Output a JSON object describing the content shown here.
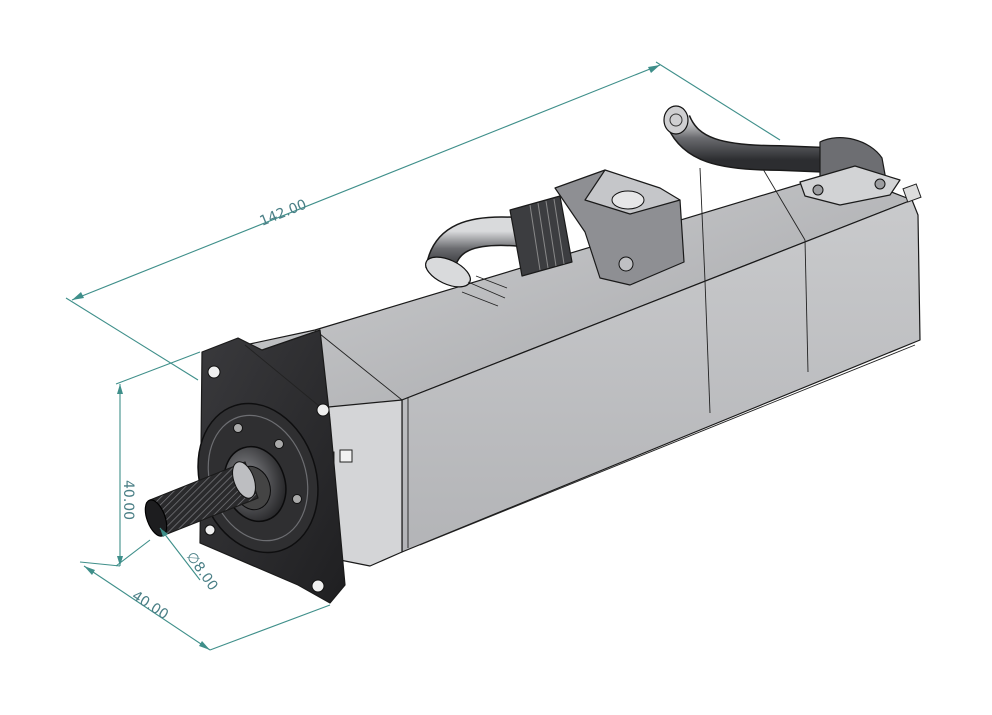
{
  "drawing": {
    "subject": "Servo motor assembly with two angled connector cables",
    "colors": {
      "dimension": "#3f8f8a",
      "dimension_text": "#4a7f86",
      "body_top": "#a9aaad",
      "body_side": "#c3c4c6",
      "flange": "#2b2b2d",
      "cable": "#5b5c60"
    }
  },
  "dimensions": {
    "length_label": "142.00",
    "height_label": "40.00",
    "width_label": "40.00",
    "shaft_label": "∅8.00"
  }
}
